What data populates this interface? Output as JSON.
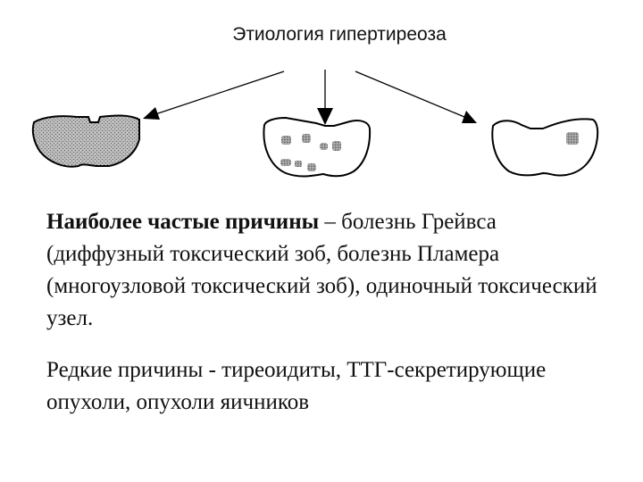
{
  "diagram": {
    "title": "Этиология гипертиреоза",
    "glands": [
      {
        "name": "diffuse",
        "description": "uniformly stippled gland"
      },
      {
        "name": "multinodular",
        "description": "gland with several nodules"
      },
      {
        "name": "single-nodule",
        "description": "gland with one nodule"
      }
    ],
    "colors": {
      "line": "#000000",
      "diffuse_fill": "#a9a9a9",
      "nodule_fill": "#8c8c8c",
      "background": "#ffffff"
    }
  },
  "text": {
    "common_bold": "Наиболее частые причины",
    "common_rest": " – болезнь Грейвса (диффузный токсический зоб, болезнь Пламера (многоузловой токсический зоб), одиночный токсический узел.",
    "rare": "Редкие причины - тиреоидиты, ТТГ-секретирующие опухоли, опухоли яичников"
  }
}
